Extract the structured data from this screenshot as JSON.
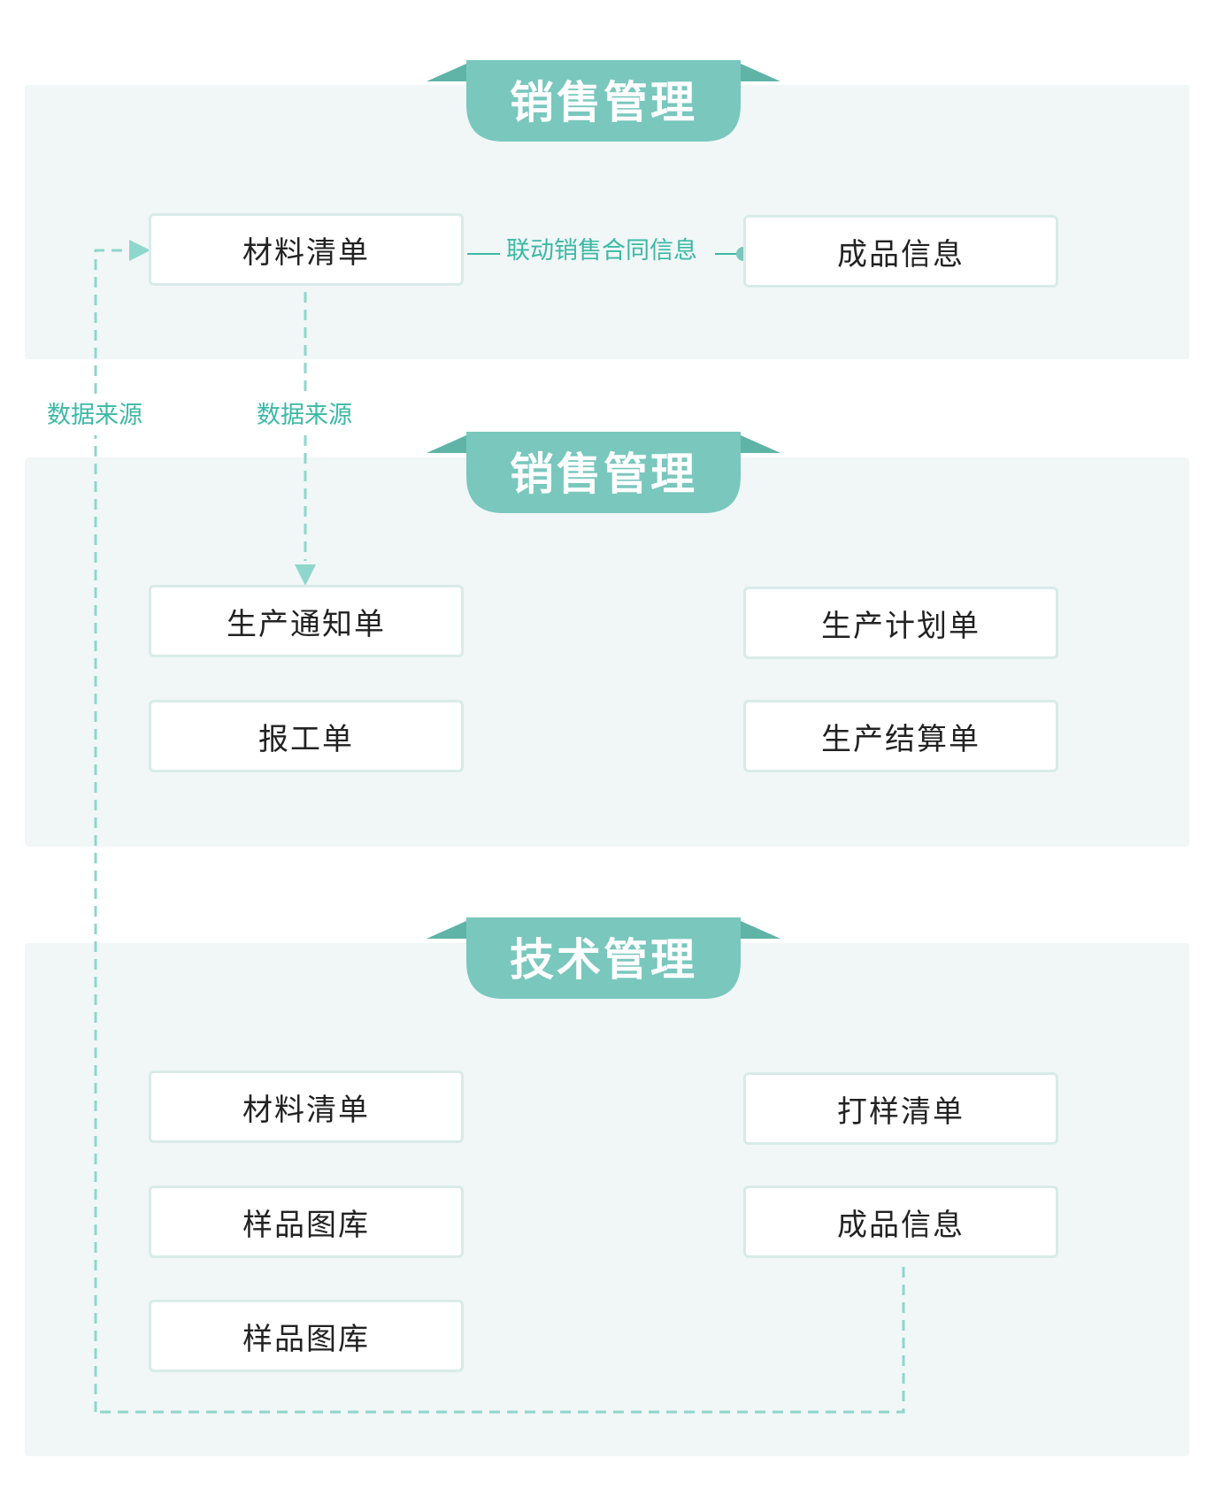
{
  "colors": {
    "panel_bg": "#f0f7f6",
    "banner_fill": "#79c7bd",
    "banner_dark": "#5fb3a7",
    "box_border": "#d8ebe8",
    "link": "#3cb8a6",
    "dashed": "#8fd6cc"
  },
  "sections": [
    {
      "title": "销售管理",
      "boxes": [
        "材料清单",
        "成品信息"
      ]
    },
    {
      "title": "销售管理",
      "boxes": [
        "生产通知单",
        "生产计划单",
        "报工单",
        "生产结算单"
      ]
    },
    {
      "title": "技术管理",
      "boxes": [
        "材料清单",
        "打样清单",
        "样品图库",
        "成品信息",
        "样品图库"
      ]
    }
  ],
  "links": {
    "linked_sales_contract": "联动销售合同信息",
    "data_source_left": "数据来源",
    "data_source_middle": "数据来源"
  }
}
